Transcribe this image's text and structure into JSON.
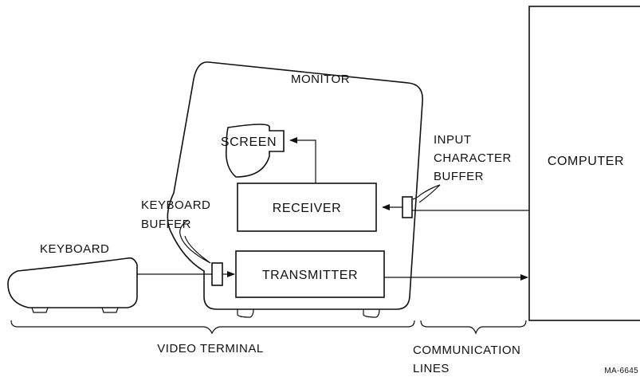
{
  "labels": {
    "monitor": "MONITOR",
    "screen": "SCREEN",
    "input_buffer": [
      "INPUT",
      "CHARACTER",
      "BUFFER"
    ],
    "computer": "COMPUTER",
    "keyboard_buffer": [
      "KEYBOARD",
      "BUFFER"
    ],
    "receiver": "RECEIVER",
    "keyboard": "KEYBOARD",
    "transmitter": "TRANSMITTER",
    "video_terminal": "VIDEO TERMINAL",
    "communication_lines": [
      "COMMUNICATION",
      "LINES"
    ],
    "figure_id": "MA-6645"
  }
}
